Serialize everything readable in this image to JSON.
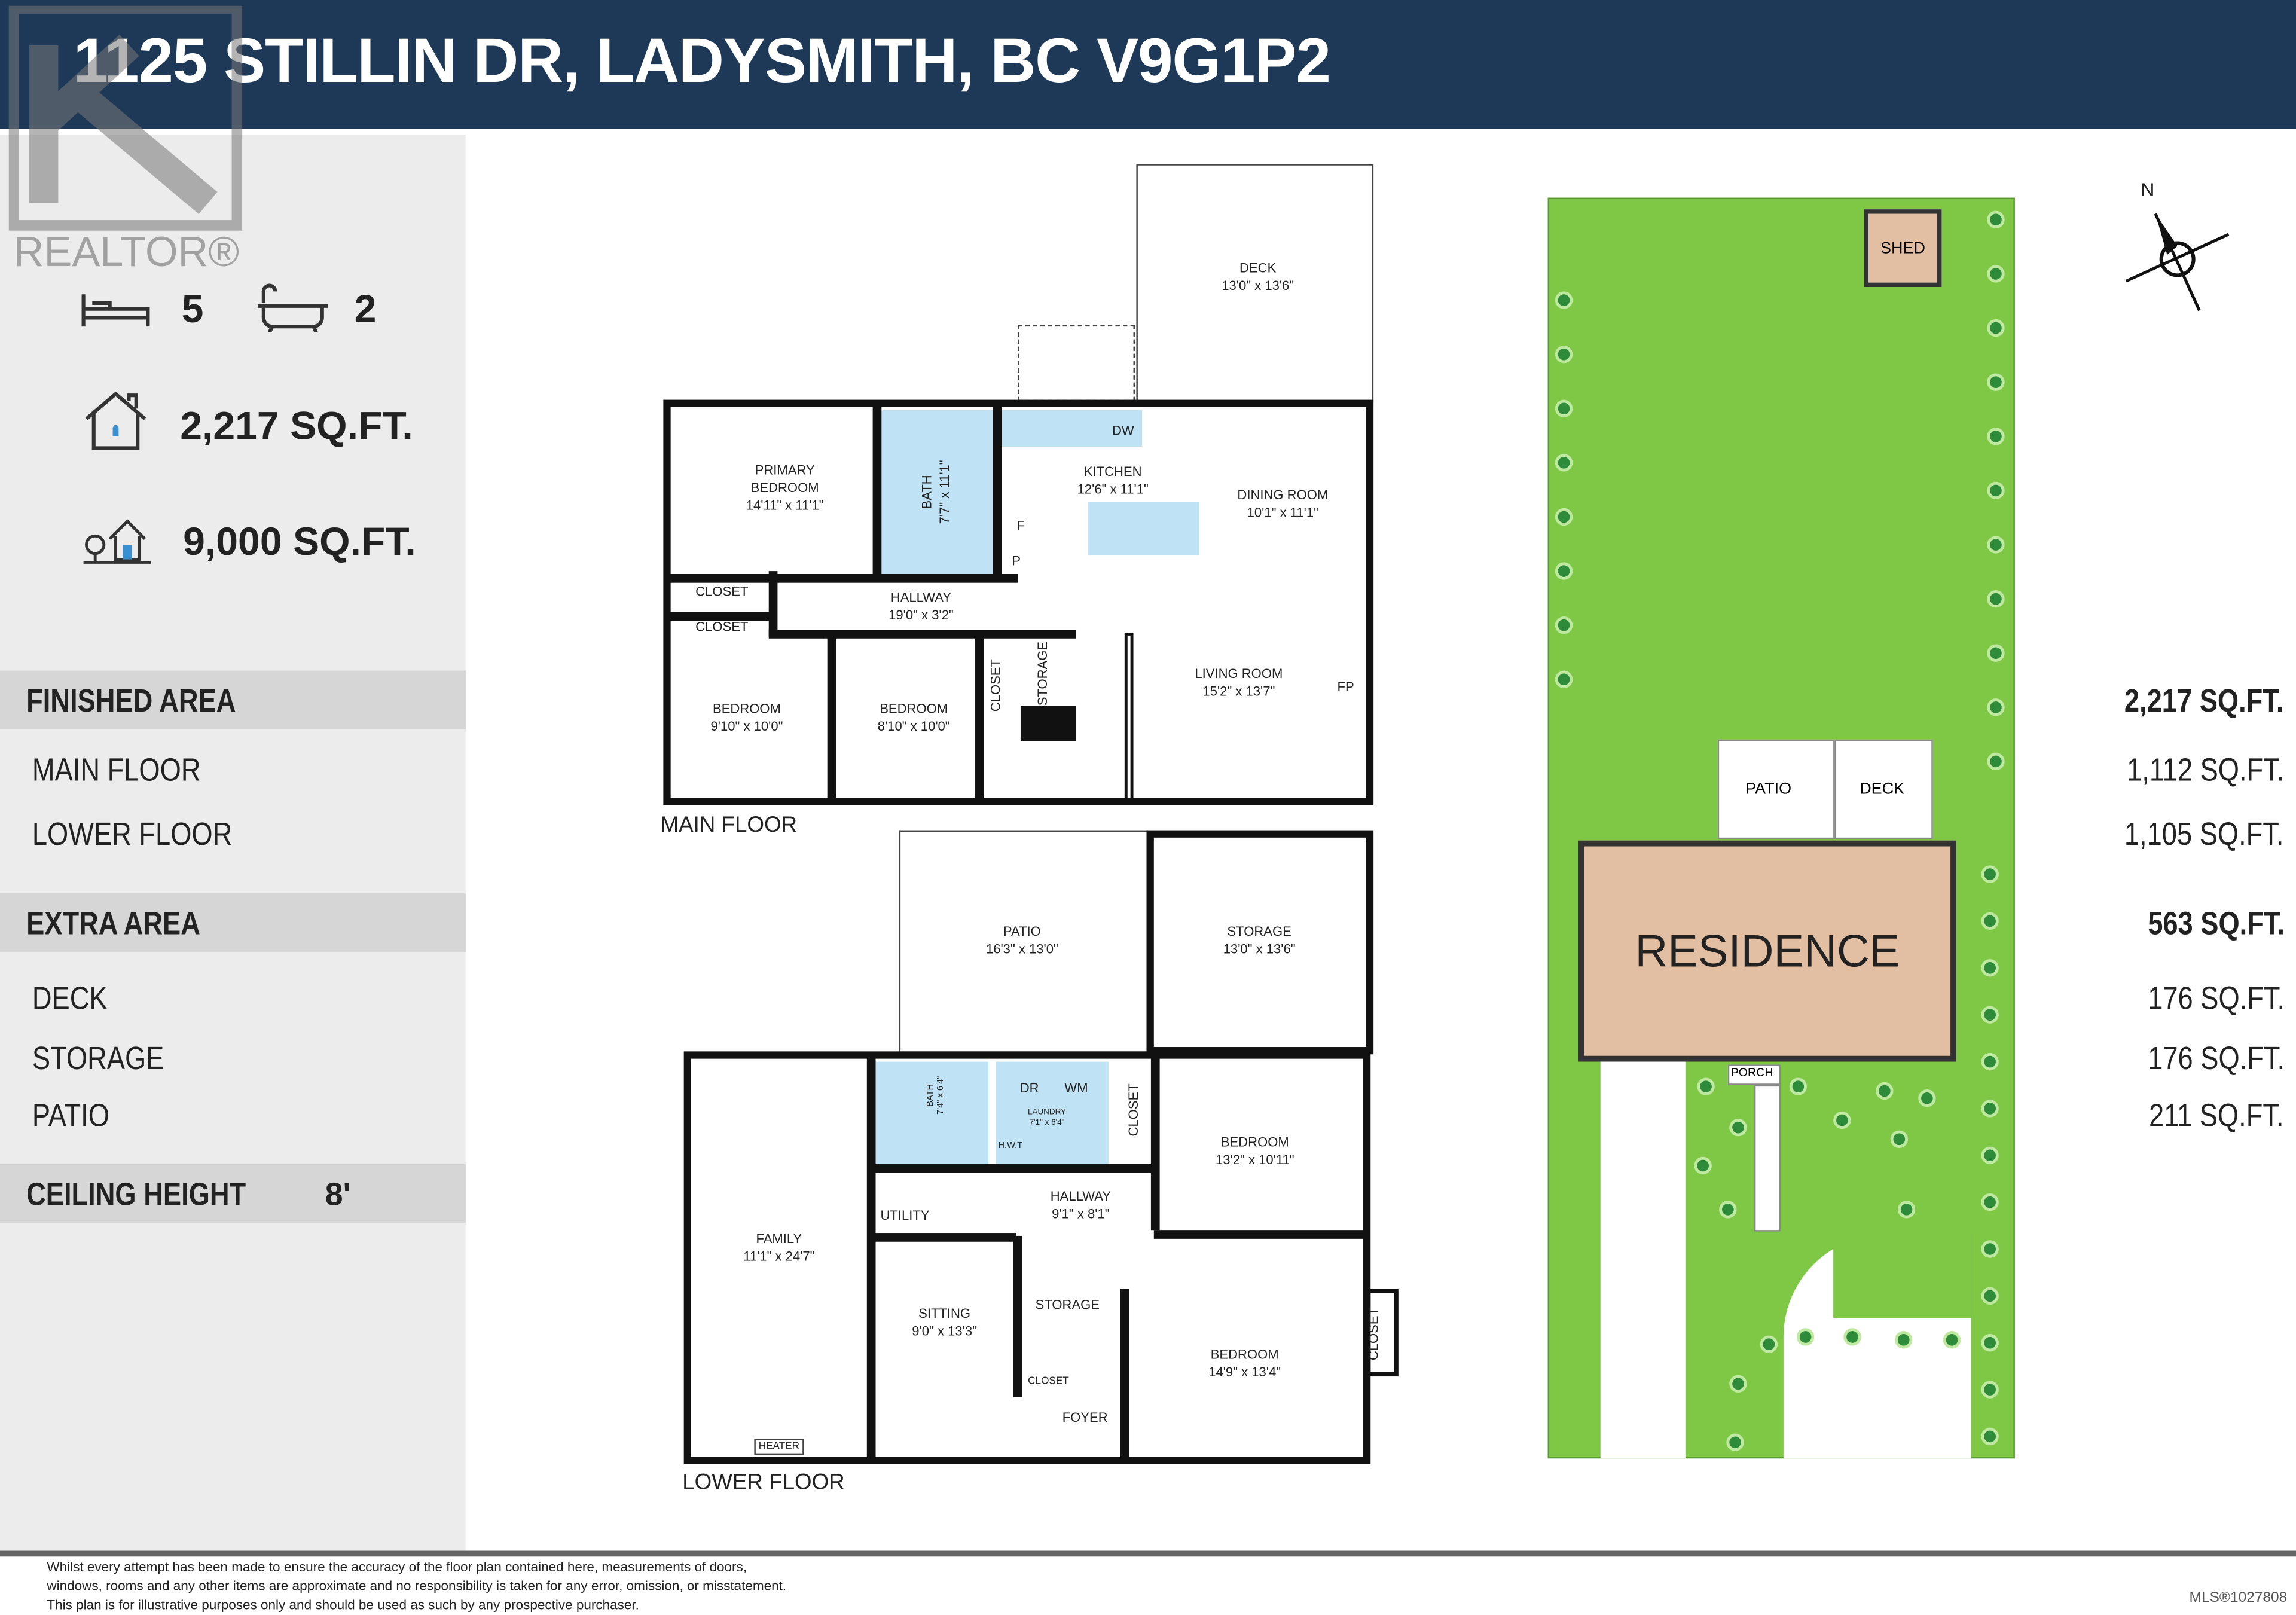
{
  "header": {
    "title": "1125 STILLIN DR, LADYSMITH, BC V9G1P2"
  },
  "logo": {
    "text": "REALTOR®"
  },
  "summary": {
    "bedrooms": "5",
    "bedroom_icon": "bed-icon",
    "bathrooms": "2",
    "bathroom_icon": "bathtub-icon",
    "floor_area": "2,217 SQ.FT.",
    "floor_area_icon": "house-icon",
    "lot_area": "9,000 SQ.FT.",
    "lot_area_icon": "lot-icon"
  },
  "areas": {
    "finished": {
      "label": "FINISHED AREA",
      "value": "2,217 SQ.FT."
    },
    "finished_rows": [
      {
        "label": "MAIN FLOOR",
        "value": "1,112 SQ.FT."
      },
      {
        "label": "LOWER FLOOR",
        "value": "1,105 SQ.FT."
      }
    ],
    "extra": {
      "label": "EXTRA AREA",
      "value": "563 SQ.FT."
    },
    "extra_rows": [
      {
        "label": "DECK",
        "value": "176 SQ.FT."
      },
      {
        "label": "STORAGE",
        "value": "176 SQ.FT."
      },
      {
        "label": "PATIO",
        "value": "211 SQ.FT."
      }
    ],
    "ceiling": {
      "label": "CEILING HEIGHT",
      "value": "8'"
    }
  },
  "main_floor": {
    "label": "MAIN FLOOR",
    "rooms": {
      "deck": [
        "DECK",
        "13'0\" x 13'6\""
      ],
      "primary": [
        "PRIMARY",
        "BEDROOM",
        "14'11\" x 11'1\""
      ],
      "bath": [
        "BATH",
        "7'7\" x 11'1\""
      ],
      "kitchen": [
        "KITCHEN",
        "12'6\" x 11'1\""
      ],
      "dining": [
        "DINING ROOM",
        "10'1\" x 11'1\""
      ],
      "closet1": "CLOSET",
      "closet2": "CLOSET",
      "closet3": "CLOSET",
      "hallway": [
        "HALLWAY",
        "19'0\" x 3'2\""
      ],
      "bed1": [
        "BEDROOM",
        "9'10\" x 10'0\""
      ],
      "bed2": [
        "BEDROOM",
        "8'10\" x 10'0\""
      ],
      "storage": "STORAGE",
      "living": [
        "LIVING ROOM",
        "15'2\" x 13'7\""
      ],
      "fp": "FP",
      "dw": "DW",
      "f": "F",
      "p": "P"
    }
  },
  "lower_floor": {
    "label": "LOWER FLOOR",
    "rooms": {
      "patio": [
        "PATIO",
        "16'3\" x 13'0\""
      ],
      "storage_ext": [
        "STORAGE",
        "13'0\" x 13'6\""
      ],
      "family": [
        "FAMILY",
        "11'1\" x 24'7\""
      ],
      "bath": [
        "BATH",
        "7'4\" x 6'4\""
      ],
      "laundry": [
        "LAUNDRY",
        "7'1\" x 6'4\""
      ],
      "dr": "DR",
      "wm": "WM",
      "hwt": "H.W.T",
      "closet1": "CLOSET",
      "bed1": [
        "BEDROOM",
        "13'2\" x 10'11\""
      ],
      "utility": "UTILITY",
      "hallway": [
        "HALLWAY",
        "9'1\" x 8'1\""
      ],
      "sitting": [
        "SITTING",
        "9'0\" x 13'3\""
      ],
      "storage": "STORAGE",
      "closet2": "CLOSET",
      "foyer": "FOYER",
      "bed2": [
        "BEDROOM",
        "14'9\" x 13'4\""
      ],
      "closet3": "CLOSET",
      "heater": "HEATER"
    }
  },
  "site_plan": {
    "shed": "SHED",
    "patio": "PATIO",
    "deck": "DECK",
    "residence": "RESIDENCE",
    "porch": "PORCH",
    "north": "N",
    "colors": {
      "lawn": "#7ec846",
      "residence": "#e2bfa2",
      "tree": "#2e8b3a"
    }
  },
  "footer": {
    "disclaimer": [
      "Whilst every attempt has been made to ensure the accuracy of the floor plan contained here, measurements of doors,",
      "windows, rooms and any other items are approximate and no responsibility is taken for any error, omission, or misstatement.",
      "This plan is for illustrative purposes only and should be used as such by any prospective purchaser."
    ],
    "mls": "MLS®1027808"
  },
  "colors": {
    "header": "#1e3957",
    "panel": "#ececec",
    "strip": "#d6d6d6",
    "fixture_blue": "#bfe3f5"
  }
}
